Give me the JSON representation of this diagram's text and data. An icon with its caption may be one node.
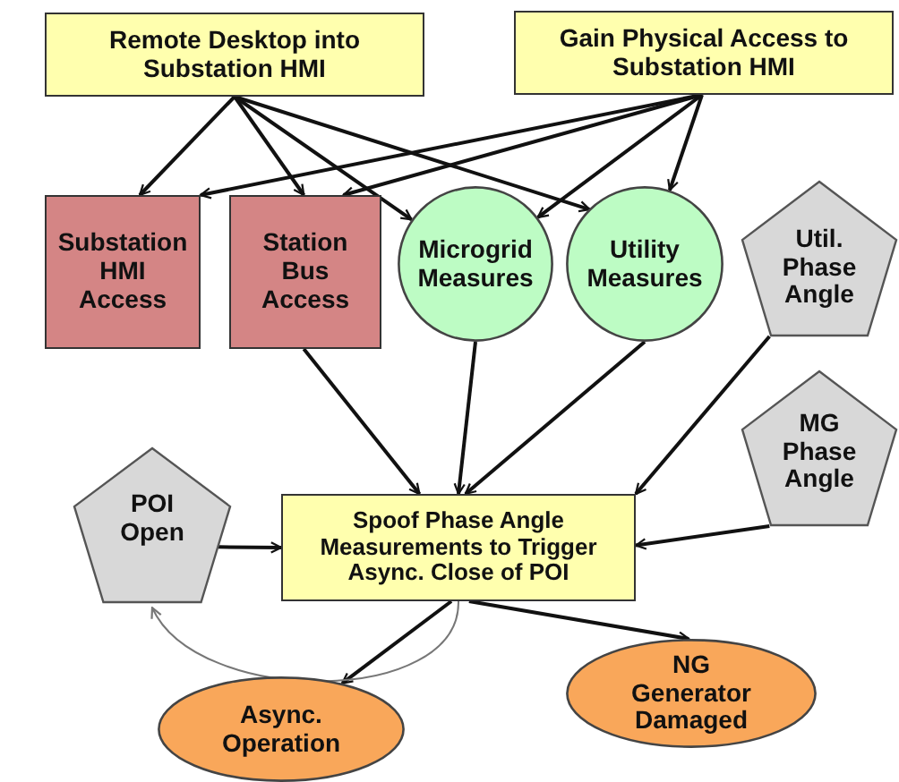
{
  "diagram": {
    "nodes": [
      {
        "text": [
          "Remote Desktop into Substation HMI"
        ]
      },
      {
        "text": [
          "Gain Physical Access to Substation HMI"
        ]
      },
      {
        "text": [
          "Substation HMI Access"
        ]
      },
      {
        "text": [
          "Station Bus Access"
        ]
      },
      {
        "text": [
          "Microgrid Measures"
        ]
      },
      {
        "text": [
          "Utility Measures"
        ]
      },
      {
        "text": [
          "Util. Phase Angle"
        ]
      },
      {
        "text": [
          "MG Phase Angle"
        ]
      },
      {
        "text": [
          "POI Open"
        ]
      },
      {
        "text": [
          "Spoof Phase Angle Measurements to Trigger Async. Close of POI"
        ]
      },
      {
        "text": [
          "Async. Operation"
        ]
      },
      {
        "text": [
          "NG Generator Damaged"
        ]
      }
    ],
    "edges": [
      {
        "from": 0,
        "to": 2,
        "arrow": "to"
      },
      {
        "from": 0,
        "to": 3,
        "arrow": "to"
      },
      {
        "from": 0,
        "to": 4,
        "arrow": "to"
      },
      {
        "from": 0,
        "to": 5,
        "arrow": "to"
      },
      {
        "from": 1,
        "to": 2,
        "arrow": "to"
      },
      {
        "from": 1,
        "to": 3,
        "arrow": "to"
      },
      {
        "from": 1,
        "to": 4,
        "arrow": "to"
      },
      {
        "from": 1,
        "to": 5,
        "arrow": "to"
      },
      {
        "from": 3,
        "to": 9,
        "arrow": "to"
      },
      {
        "from": 4,
        "to": 9,
        "arrow": "to"
      },
      {
        "from": 5,
        "to": 9,
        "arrow": "to"
      },
      {
        "from": 6,
        "to": 9,
        "arrow": "to"
      },
      {
        "from": 7,
        "to": 9,
        "arrow": "to"
      },
      {
        "from": 8,
        "to": 9,
        "arrow": "to"
      },
      {
        "from": 9,
        "to": 10,
        "arrow": "to"
      },
      {
        "from": 9,
        "to": 11,
        "arrow": "to"
      },
      {
        "from": 9,
        "to": 8,
        "arrow": "to",
        "color": "#777777"
      }
    ]
  }
}
